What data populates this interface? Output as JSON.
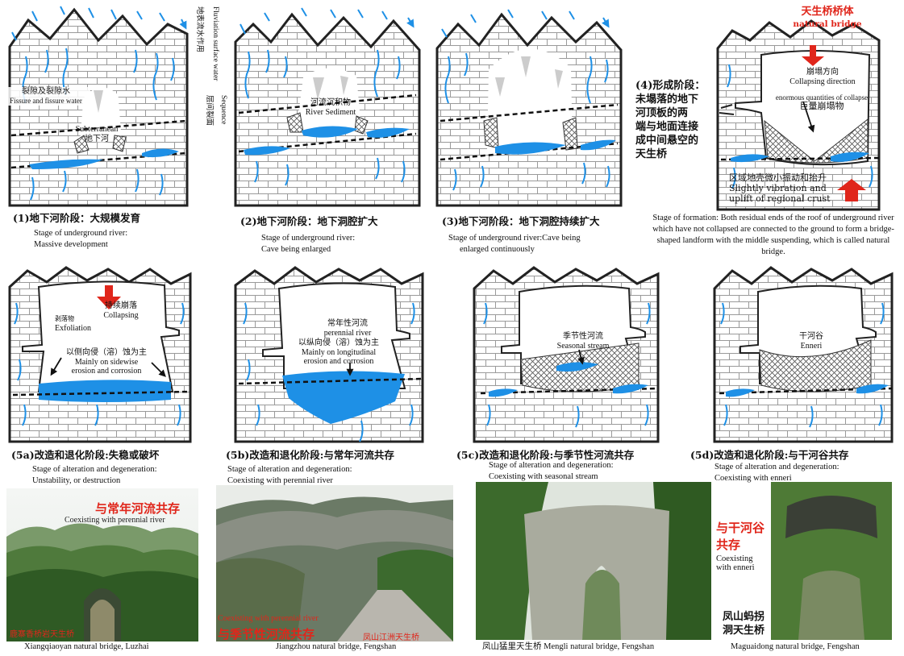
{
  "diagram": {
    "side_label": {
      "zh1": "地表流水作用",
      "en1": "Fluviation surface water",
      "zh2": "层间裂面",
      "en2": "Sequence"
    },
    "panels": [
      {
        "caption": "(1)地下河阶段：大规模发育",
        "sub1": "Stage of underground river:",
        "sub2": "Massive development",
        "labels": {
          "fissure_zh": "裂隙及裂隙水",
          "fissure_en": "Fissure and fissure water",
          "subter_en": "Subterranean",
          "subter_zh": "地下河"
        }
      },
      {
        "caption": "(2)地下河阶段：地下洞腔扩大",
        "sub1": "Stage of underground river:",
        "sub2": "Cave being enlarged",
        "labels": {
          "sediment_zh": "河流沉积物",
          "sediment_en": "River Sediment"
        }
      },
      {
        "caption": "(3)地下河阶段：地下洞腔持续扩大",
        "sub1": "Stage of underground river:Cave being",
        "sub2": "enlarged continuously"
      },
      {
        "title_zh": "天生桥桥体",
        "title_en": "natural bridge",
        "collapse_zh": "崩塌方向",
        "collapse_en": "Collapsing direction",
        "qty_en": "enormous quantities of collapse",
        "qty_zh": "巨量崩塌物",
        "uplift_zh": "区域地壳微小振动和抬升",
        "uplift_en1": "Slightly vibration and",
        "uplift_en2": "uplift of regional crust",
        "stage4_lines": [
          "(4)形成阶段：",
          "未塌落的地下",
          "河顶板的两",
          "端与地面连接",
          "成中间悬空的",
          "天生桥"
        ],
        "desc": "Stage of formation: Both residual ends of the roof of underground river which have not collapsed are connected to the ground to form a bridge-shaped landform with the middle suspending, which is called natural bridge."
      },
      {
        "caption": "(5a)改造和退化阶段:失稳或破坏",
        "sub1": "Stage of alteration and degeneration:",
        "sub2": "Unstability, or destruction",
        "labels": {
          "collapsing_zh": "持续崩落",
          "collapsing_en": "Collapsing",
          "exfol_zh": "剥落物",
          "exfol_en": "Exfoliation",
          "side_zh": "以侧向侵（溶）蚀为主",
          "side_en1": "Mainly on sidewise",
          "side_en2": "erosion and corrosion"
        }
      },
      {
        "caption": "(5b)改造和退化阶段:与常年河流共存",
        "sub1": "Stage of alteration and degeneration:",
        "sub2": "Coexisting with perennial river",
        "labels": {
          "perennial_zh": "常年性河流",
          "perennial_en": "perennial river",
          "long_zh": "以纵向侵（溶）蚀为主",
          "long_en1": "Mainly on longitudinal",
          "long_en2": "erosion and corrosion"
        }
      },
      {
        "caption": "(5c)改造和退化阶段:与季节性河流共存",
        "sub1": "Stage of alteration and degeneration:",
        "sub2": "Coexisting with seasonal stream",
        "labels": {
          "seasonal_zh": "季节性河流",
          "seasonal_en": "Seasonal stream"
        }
      },
      {
        "caption": "(5d)改造和退化阶段:与干河谷共存",
        "sub1": "Stage of alteration and degeneration:",
        "sub2": "Coexisting with enneri",
        "labels": {
          "enneri_zh": "干河谷",
          "enneri_en": "Enneri"
        }
      }
    ]
  },
  "photos": [
    {
      "overlay_zh": "与常年河流共存",
      "overlay_en": "Coexisting with perennial river",
      "corner_zh": "鹿寨香桥岩天生桥",
      "caption": "Xiangqiaoyan natural bridge, Luzhai"
    },
    {
      "overlay_en": "Coexisting with perennial river",
      "overlay_zh": "与季节性河流共存",
      "corner_zh": "凤山江洲天生桥",
      "caption": "Jiangzhou natural bridge, Fengshan"
    },
    {
      "caption": "凤山猛里天生桥 Mengli natural bridge, Fengshan"
    },
    {
      "side_zh1": "与干河谷",
      "side_zh2": "共存",
      "side_en1": "Coexisting",
      "side_en2": "with enneri",
      "name_zh1": "凤山蚂拐",
      "name_zh2": "洞天生桥",
      "caption": "Maguaidong natural bridge, Fengshan"
    }
  ],
  "colors": {
    "water": "#1e90e6",
    "arrow_red": "#e0261b",
    "title_red": "#e0261b",
    "brick_line": "#8a8a8a",
    "outline": "#222222"
  }
}
